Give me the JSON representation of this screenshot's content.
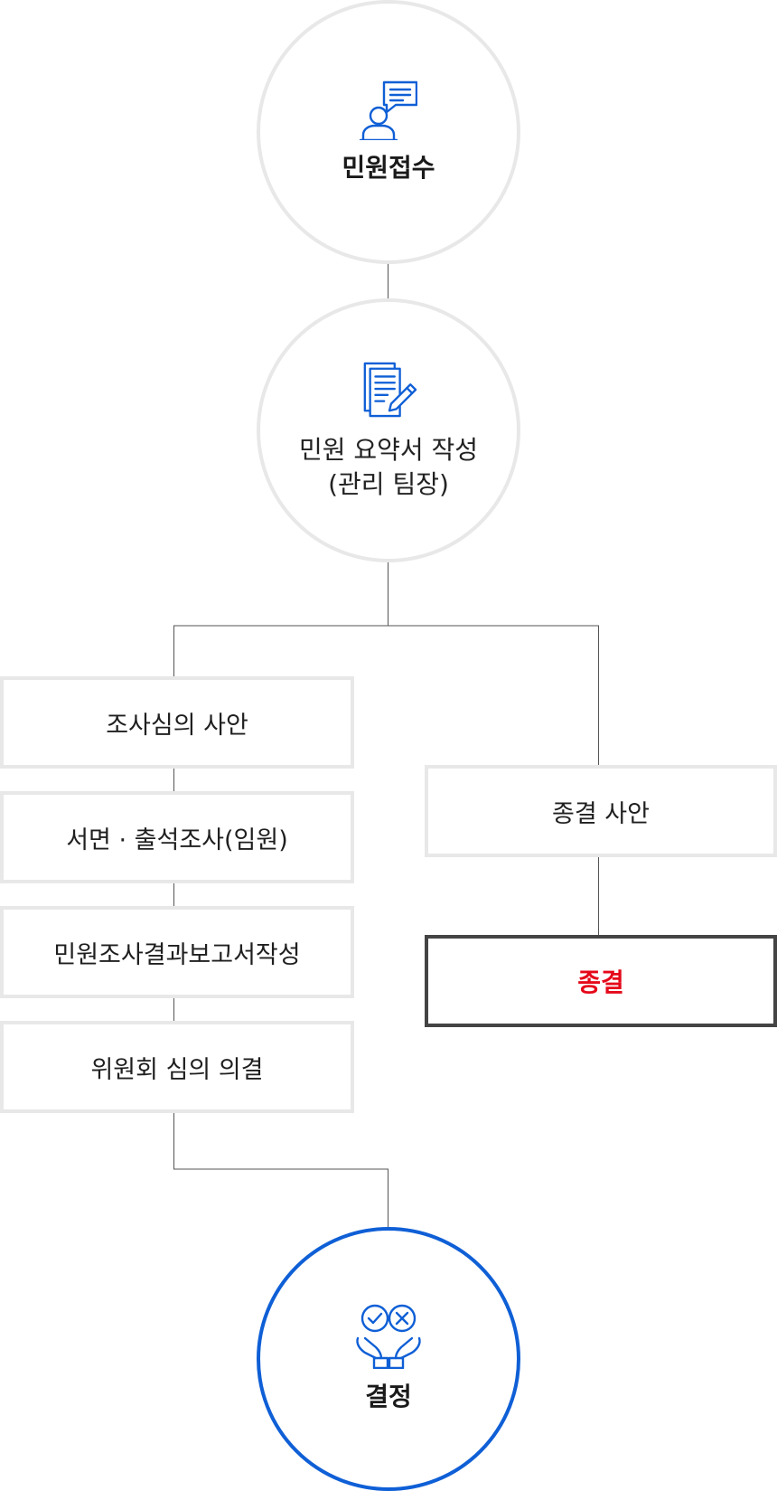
{
  "flow": {
    "step1": {
      "label": "민원접수",
      "icon": "person-speech-icon"
    },
    "step2": {
      "line1": "민원 요약서 작성",
      "line2": "(관리 팀장)",
      "icon": "document-pen-icon"
    },
    "investigation": {
      "items": [
        "조사심의 사안",
        "서면 · 출석조사(임원)",
        "민원조사결과보고서작성",
        "위원회 심의 의결"
      ]
    },
    "closing": {
      "case_label": "종결 사안",
      "end_label": "종결",
      "end_color": "#e5091a"
    },
    "decision": {
      "label": "결정",
      "icon": "hands-check-cross-icon",
      "accent": "#0f5fd6"
    }
  }
}
